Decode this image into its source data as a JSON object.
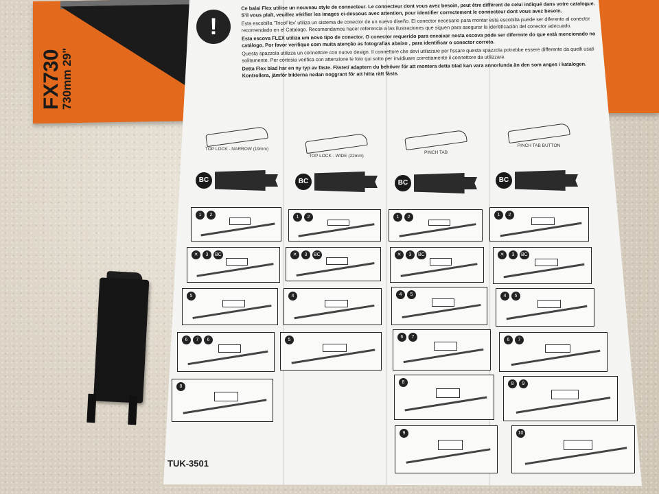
{
  "box": {
    "model": "FX730",
    "size": "730mm 29\""
  },
  "sheet": {
    "warning_symbol": "!",
    "paragraphs": [
      {
        "text": "Ce balai Flex utilise un nouveau style de connecteur. Le connecteur dont vous avez besoin, peut être différent de celui indiqué dans votre catalogue. S'il vous plaît, veuillez vérifier les images ci-dessous avec attention, pour identifier correctement le connecteur dont vous avez besoin.",
        "bold": true
      },
      {
        "text": "Esta escobilla 'TricoFlex' utiliza un sistema de conector de un nuevo diseño. El conector necesario para montar esta escobilla puede ser diferente al conector recomendado en el Catalogo. Recomendamos hacer referencia a las ilustraciones que siguen para asegurar la identificación del conector adecuado.",
        "bold": false
      },
      {
        "text": "Esta escova FLEX utiliza um novo tipo de conector. O conector requerido para encaixar nesta escova pode ser diferente do que está mencionado no catálogo. Por favor verifique com muita atenção as fotografias abaixo , para identificar o conector correto.",
        "bold": true
      },
      {
        "text": "Questa spazzola utilizza un connettore con nuovo design. Il connettore che devi utilizzare per fissare questa spazzola potrebbe essere differente da quelli usati solitamente. Per cortesia verifica con attenzione le foto qui sotto per invidiuare correttamente il connettore da utilizzare.",
        "bold": false
      },
      {
        "text": "Detta Flex blad har en ny typ av fäste. Fästet/ adaptern du behöver för att montera detta blad kan vara annorlunda än den som anges i katalogen. Kontrollera, jämför bilderna nedan noggrant för att hitta rätt fäste.",
        "bold": true
      }
    ],
    "connectors": [
      "TOP LOCK - NARROW (19mm)",
      "TOP LOCK - WIDE (22mm)",
      "PINCH TAB",
      "PINCH TAB BUTTON"
    ],
    "bc_label": "BC",
    "steps": [
      [
        [
          "1",
          "2"
        ],
        [
          "✕",
          "3",
          "BC"
        ],
        [
          "5"
        ],
        [
          "6",
          "7",
          "6"
        ],
        [
          "8"
        ]
      ],
      [
        [
          "1",
          "2"
        ],
        [
          "✕",
          "3",
          "BC"
        ],
        [
          "4"
        ],
        [
          "5"
        ]
      ],
      [
        [
          "1",
          "2"
        ],
        [
          "✕",
          "3",
          "BC"
        ],
        [
          "4",
          "5"
        ],
        [
          "6",
          "7"
        ],
        [
          "8"
        ],
        [
          "9"
        ]
      ],
      [
        [
          "1",
          "2"
        ],
        [
          "✕",
          "3",
          "BC"
        ],
        [
          "4",
          "5"
        ],
        [
          "6",
          "7"
        ],
        [
          "8",
          "9"
        ],
        [
          "10"
        ]
      ]
    ],
    "code": "TUK-3501"
  }
}
